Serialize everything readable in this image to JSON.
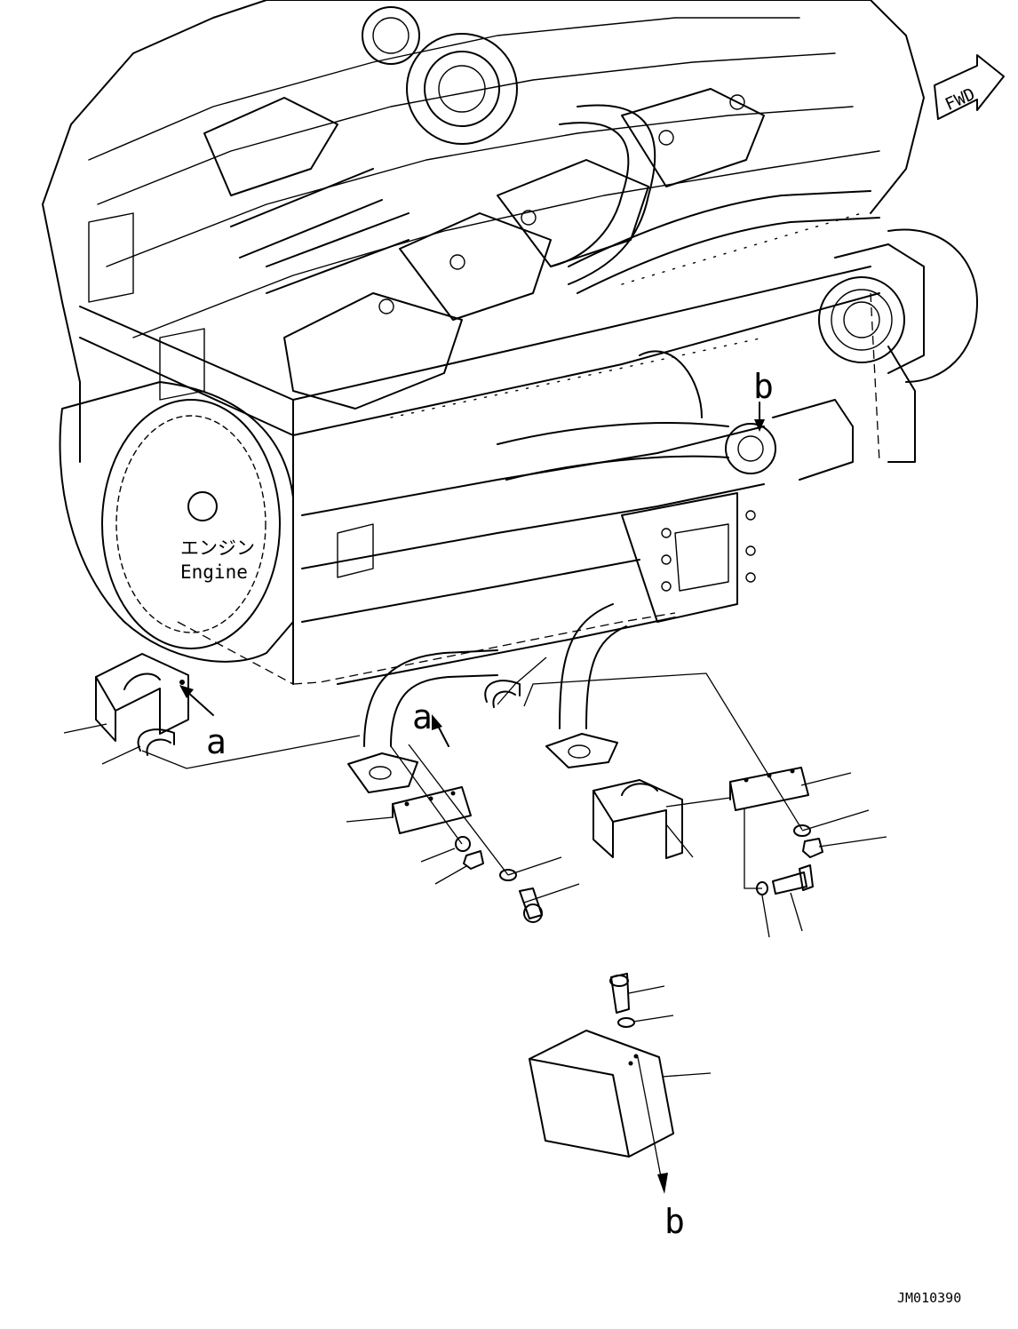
{
  "diagram": {
    "fwd_label": "FWD",
    "engine_label_jp": "エンジン",
    "engine_label_en": "Engine",
    "ref_a": "a",
    "ref_b": "b",
    "drawing_number": "JM010390"
  }
}
